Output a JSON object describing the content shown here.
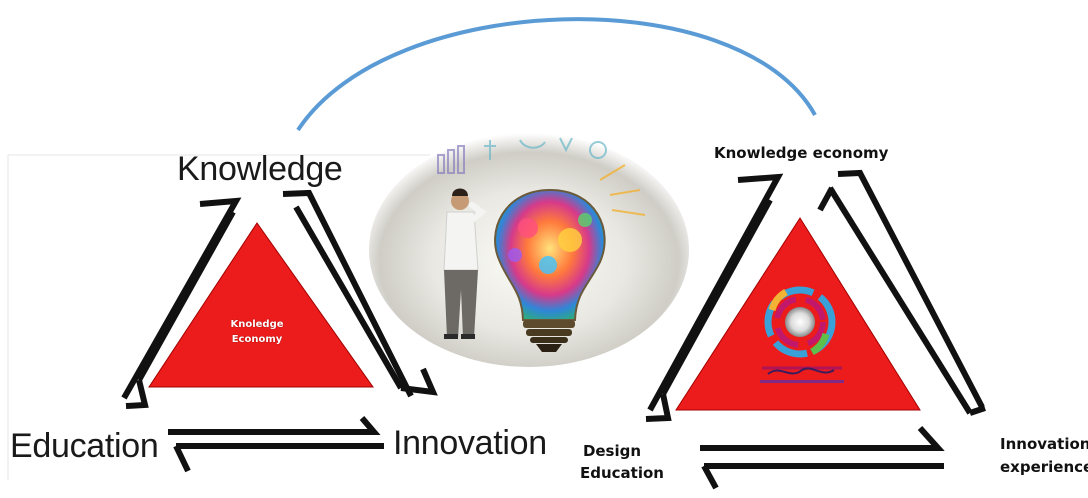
{
  "left_diagram": {
    "top_label": "Knowledge",
    "left_label": "Education",
    "right_label": "Innovation",
    "center_line1": "Knoledge",
    "center_line2": "Economy"
  },
  "right_diagram": {
    "top_label": "Knowledge economy",
    "left_label_line1": "Design",
    "left_label_line2": "Education",
    "right_label_line1": "Innovation",
    "right_label_line2": "experience"
  },
  "colors": {
    "triangle_red": "#ec1c1c",
    "arrow_black": "#111111",
    "arc_blue": "#5b9bd5"
  }
}
